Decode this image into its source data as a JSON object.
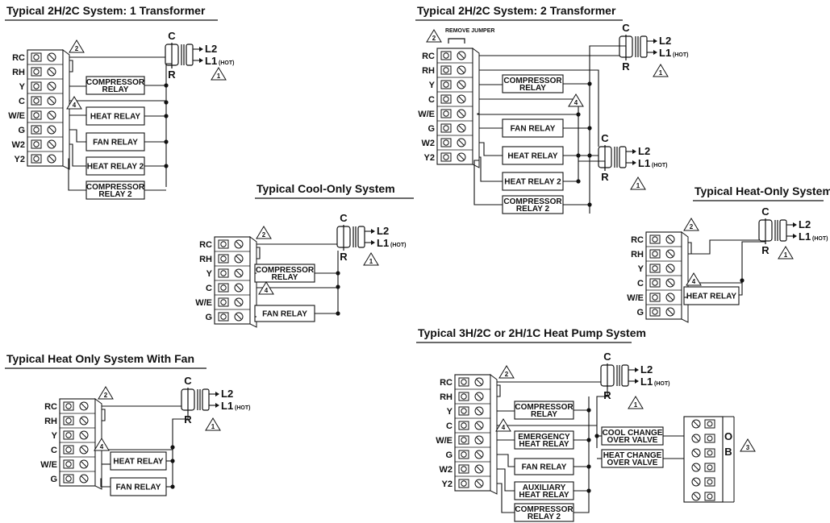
{
  "diagrams": [
    {
      "title": "Typical 2H/2C System: 1 Transformer",
      "terminals": [
        "RC",
        "RH",
        "Y",
        "C",
        "W/E",
        "G",
        "W2",
        "Y2"
      ],
      "boxes": [
        [
          "COMPRESSOR",
          "RELAY"
        ],
        [
          "HEAT RELAY"
        ],
        [
          "FAN RELAY"
        ],
        [
          "HEAT RELAY 2"
        ],
        [
          "COMPRESSOR",
          "RELAY 2"
        ]
      ],
      "transformer": {
        "c": "C",
        "r": "R",
        "l2": "L2",
        "l1": "L1",
        "hot": "(HOT)"
      },
      "notes": [
        "2",
        "4",
        "1"
      ]
    },
    {
      "title": "Typical 2H/2C System: 2 Transformer",
      "jumper_note": "REMOVE JUMPER",
      "terminals": [
        "RC",
        "RH",
        "Y",
        "C",
        "W/E",
        "G",
        "W2",
        "Y2"
      ],
      "boxes": [
        [
          "COMPRESSOR",
          "RELAY"
        ],
        [
          "FAN RELAY"
        ],
        [
          "HEAT RELAY"
        ],
        [
          "HEAT RELAY 2"
        ],
        [
          "COMPRESSOR",
          "RELAY 2"
        ]
      ],
      "transformers": [
        {
          "c": "C",
          "r": "R",
          "l2": "L2",
          "l1": "L1",
          "hot": "(HOT)"
        },
        {
          "c": "C",
          "r": "R",
          "l2": "L2",
          "l1": "L1",
          "hot": "(HOT)"
        }
      ],
      "notes": [
        "2",
        "4",
        "1",
        "1"
      ]
    },
    {
      "title": "Typical Cool-Only System",
      "terminals": [
        "RC",
        "RH",
        "Y",
        "C",
        "W/E",
        "G"
      ],
      "boxes": [
        [
          "COMPRESSOR",
          "RELAY"
        ],
        [
          "FAN RELAY"
        ]
      ],
      "transformer": {
        "c": "C",
        "r": "R",
        "l2": "L2",
        "l1": "L1",
        "hot": "(HOT)"
      },
      "notes": [
        "2",
        "4",
        "1"
      ]
    },
    {
      "title": "Typical Heat-Only System",
      "terminals": [
        "RC",
        "RH",
        "Y",
        "C",
        "W/E",
        "G"
      ],
      "boxes": [
        [
          "HEAT RELAY"
        ]
      ],
      "transformer": {
        "c": "C",
        "r": "R",
        "l2": "L2",
        "l1": "L1",
        "hot": "(HOT)"
      },
      "notes": [
        "2",
        "4",
        "1"
      ]
    },
    {
      "title": "Typical Heat Only System With Fan",
      "terminals": [
        "RC",
        "RH",
        "Y",
        "C",
        "W/E",
        "G"
      ],
      "boxes": [
        [
          "HEAT RELAY"
        ],
        [
          "FAN RELAY"
        ]
      ],
      "transformer": {
        "c": "C",
        "r": "R",
        "l2": "L2",
        "l1": "L1",
        "hot": "(HOT)"
      },
      "notes": [
        "2",
        "4",
        "1"
      ]
    },
    {
      "title": "Typical 3H/2C or 2H/1C Heat Pump System",
      "terminals": [
        "RC",
        "RH",
        "Y",
        "C",
        "W/E",
        "G",
        "W2",
        "Y2"
      ],
      "boxes": [
        [
          "COMPRESSOR",
          "RELAY"
        ],
        [
          "EMERGENCY",
          "HEAT RELAY"
        ],
        [
          "FAN RELAY"
        ],
        [
          "AUXILIARY",
          "HEAT RELAY"
        ],
        [
          "COMPRESSOR",
          "RELAY 2"
        ]
      ],
      "valves": [
        [
          "COOL CHANGE",
          "OVER VALVE"
        ],
        [
          "HEAT CHANGE",
          "OVER VALVE"
        ]
      ],
      "valve_terminals": [
        "O",
        "B"
      ],
      "transformer": {
        "c": "C",
        "r": "R",
        "l2": "L2",
        "l1": "L1",
        "hot": "(HOT)"
      },
      "notes": [
        "2",
        "4",
        "1",
        "3"
      ]
    }
  ]
}
